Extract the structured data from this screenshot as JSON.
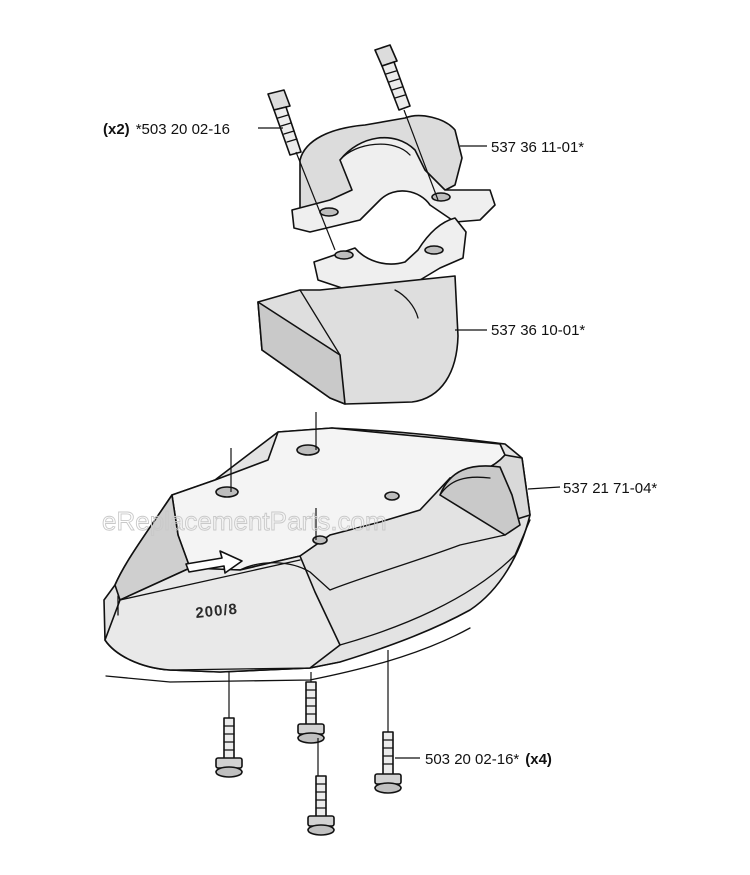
{
  "callouts": {
    "upper_screw_qty": "(x2)",
    "upper_screw_part": "*503 20 02-16",
    "clamp_top_part": "537 36 11-01*",
    "clamp_bottom_part": "537 36 10-01*",
    "guard_part": "537 21 71-04*",
    "lower_screw_part": "503 20 02-16*",
    "lower_screw_qty": "(x4)"
  },
  "guard_embossed_text": "200/8",
  "watermark": "eReplacementParts.com",
  "colors": {
    "part_fill_light": "#f2f2f2",
    "part_fill_mid": "#dedede",
    "part_fill_dark": "#c4c4c4",
    "outline": "#111111",
    "watermark": "#c9c9c9"
  }
}
